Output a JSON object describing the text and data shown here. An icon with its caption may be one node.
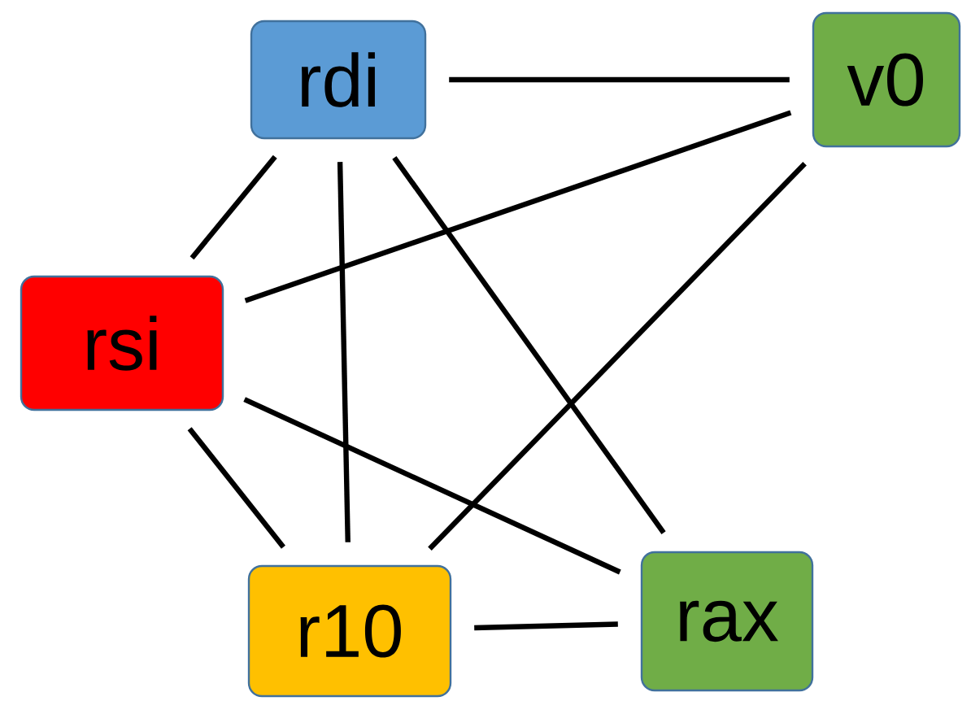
{
  "diagram": {
    "nodes": [
      {
        "text": [
          "rdi"
        ]
      },
      {
        "text": [
          "v0"
        ]
      },
      {
        "text": [
          "rsi"
        ]
      },
      {
        "text": [
          "r10"
        ]
      },
      {
        "text": [
          "rax"
        ]
      }
    ],
    "edges": [
      {
        "from": 0,
        "to": 1,
        "arrow": "none"
      },
      {
        "from": 2,
        "to": 0,
        "arrow": "none"
      },
      {
        "from": 0,
        "to": 3,
        "arrow": "none"
      },
      {
        "from": 0,
        "to": 4,
        "arrow": "none"
      },
      {
        "from": 2,
        "to": 1,
        "arrow": "none"
      },
      {
        "from": 3,
        "to": 1,
        "arrow": "none"
      },
      {
        "from": 2,
        "to": 4,
        "arrow": "none"
      },
      {
        "from": 2,
        "to": 3,
        "arrow": "none"
      },
      {
        "from": 3,
        "to": 4,
        "arrow": "none"
      }
    ]
  }
}
